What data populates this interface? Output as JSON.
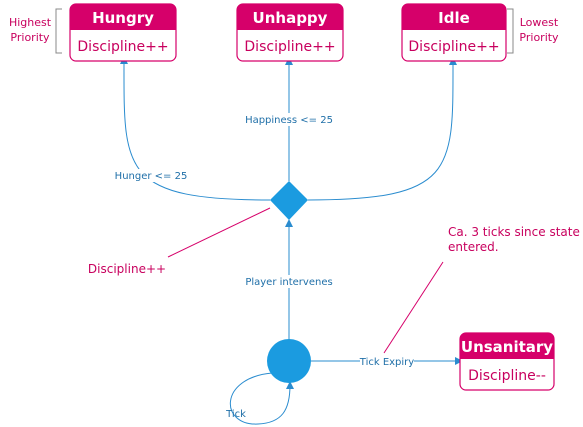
{
  "states": {
    "hungry": {
      "title": "Hungry",
      "action": "Discipline++"
    },
    "unhappy": {
      "title": "Unhappy",
      "action": "Discipline++"
    },
    "idle": {
      "title": "Idle",
      "action": "Discipline++"
    },
    "unsanitary": {
      "title": "Unsanitary",
      "action": "Discipline--"
    }
  },
  "edges": {
    "hunger": "Hunger <= 25",
    "happiness": "Happiness <= 25",
    "player": "Player intervenes",
    "tick_expiry": "Tick Expiry",
    "tick": "Tick"
  },
  "notes": {
    "highest_line1": "Highest",
    "highest_line2": "Priority",
    "lowest_line1": "Lowest",
    "lowest_line2": "Priority",
    "discipline": "Discipline++",
    "ticks_line1": "Ca. 3 ticks since state",
    "ticks_line2": "entered."
  },
  "colors": {
    "state_header": "#d6006a",
    "state_border": "#d6006a",
    "node_fill": "#1b9be0",
    "edge": "#2a8ccf",
    "note": "#c8005e"
  }
}
